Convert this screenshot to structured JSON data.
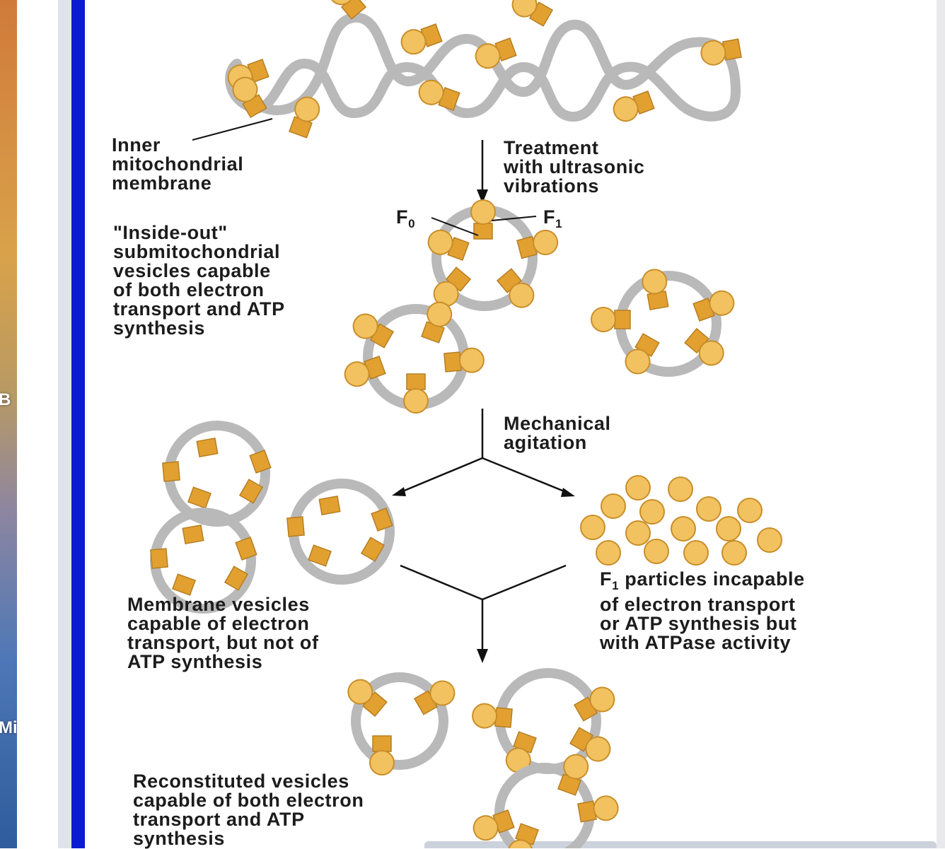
{
  "desktop": {
    "label_1": "B",
    "label_2": "Mi"
  },
  "labels": {
    "inner_membrane": "Inner\nmitochondrial\nmembrane",
    "ultrasonic": "Treatment\nwith ultrasonic\nvibrations",
    "f0": "F",
    "f0_sub": "0",
    "f1": "F",
    "f1_sub": "1",
    "inside_out": "\"Inside-out\"\nsubmitochondrial\nvesicles capable\nof both electron\ntransport and ATP\nsynthesis",
    "mechanical": "Mechanical\nagitation",
    "membrane_vesicles": "Membrane vesicles\ncapable of electron\ntransport, but not of\nATP synthesis",
    "f1_particles_first": "F",
    "f1_particles_sub": "1",
    "f1_particles_rest": " particles incapable\nof electron transport\nor ATP synthesis but\nwith ATPase activity",
    "reconstituted": "Reconstituted vesicles\ncapable of both electron\ntransport and ATP\nsynthesis"
  },
  "colors": {
    "membrane": "#b9b9b9",
    "stalk": "#e2a030",
    "head": "#f2c260",
    "head_stroke": "#c98e2a",
    "arrow": "#111111",
    "border_blue": "#0a1bd2"
  }
}
